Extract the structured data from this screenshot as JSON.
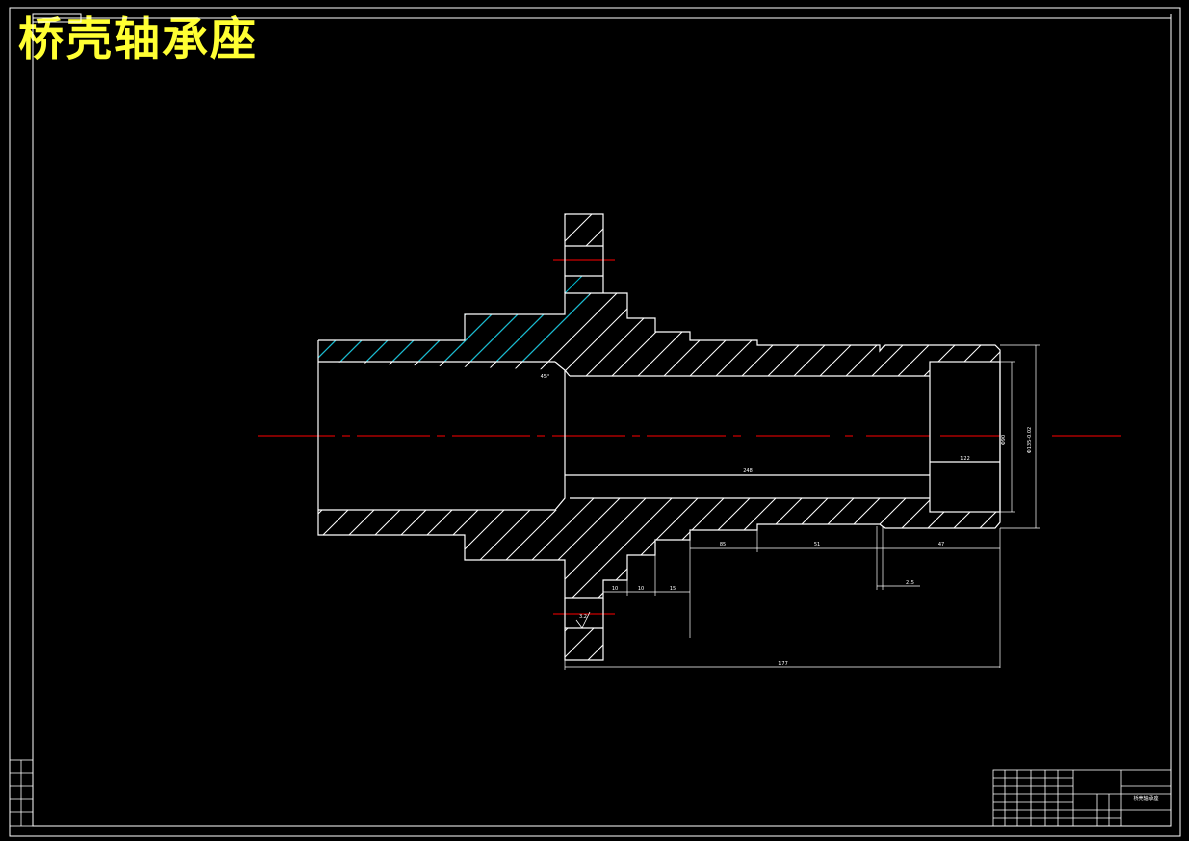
{
  "title": "桥壳轴承座",
  "colors": {
    "background": "#000000",
    "outline": "#ffffff",
    "centerline": "#ff0000",
    "title": "#ffff33",
    "hatch_highlight": "#00bcd4"
  },
  "dimensions": {
    "d_bore_len": "248",
    "d_counterbore": "122",
    "d_phi1": "Φ90",
    "d_phi2": "Φ135-0.02",
    "d_step1": "85",
    "d_step2": "51",
    "d_step3": "47",
    "d_small1": "10",
    "d_small2": "10",
    "d_small3": "15",
    "d_groove": "2.5",
    "d_total": "177",
    "d_chamfer": "45°",
    "d_rough": "3.2"
  },
  "title_block": {
    "drawing_name": "桥壳轴承座"
  }
}
